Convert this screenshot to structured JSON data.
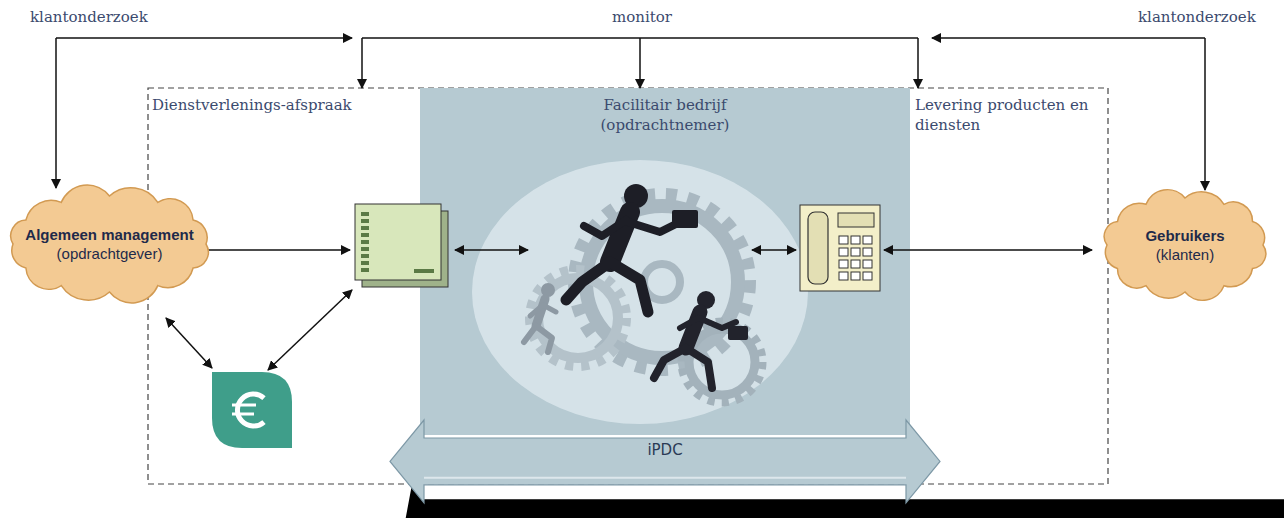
{
  "diagram": {
    "nodes": [
      {
        "text": [
          "Algemeen management",
          "(opdrachtgever)"
        ]
      },
      {
        "text": [
          "Dienstverlenings-afspraak",
          "Levering producten en diensten"
        ]
      },
      {
        "text": [
          "Facilitair bedrijf (opdrachtnemer)"
        ],
        "in": 1
      },
      {
        "text": [
          "iPDC"
        ],
        "in": 1
      },
      {
        "text": [
          "Gebruikers",
          "(klanten)"
        ]
      }
    ],
    "labels": [
      "klantonderzoek",
      "monitor",
      "klantonderzoek"
    ]
  }
}
